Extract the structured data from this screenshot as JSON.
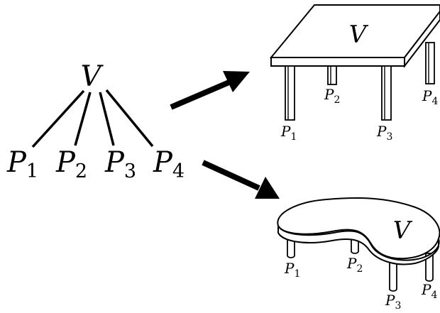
{
  "tree": {
    "root": {
      "letter": "V"
    },
    "leaves": [
      {
        "letter": "P",
        "sub": "1"
      },
      {
        "letter": "P",
        "sub": "2"
      },
      {
        "letter": "P",
        "sub": "3"
      },
      {
        "letter": "P",
        "sub": "4"
      }
    ]
  },
  "square_table": {
    "top_label": "V",
    "legs": [
      {
        "letter": "P",
        "sub": "1"
      },
      {
        "letter": "P",
        "sub": "2"
      },
      {
        "letter": "P",
        "sub": "3"
      },
      {
        "letter": "P",
        "sub": "4"
      }
    ]
  },
  "kidney_table": {
    "top_label": "V",
    "legs": [
      {
        "letter": "P",
        "sub": "1"
      },
      {
        "letter": "P",
        "sub": "2"
      },
      {
        "letter": "P",
        "sub": "3"
      },
      {
        "letter": "P",
        "sub": "4"
      }
    ]
  }
}
